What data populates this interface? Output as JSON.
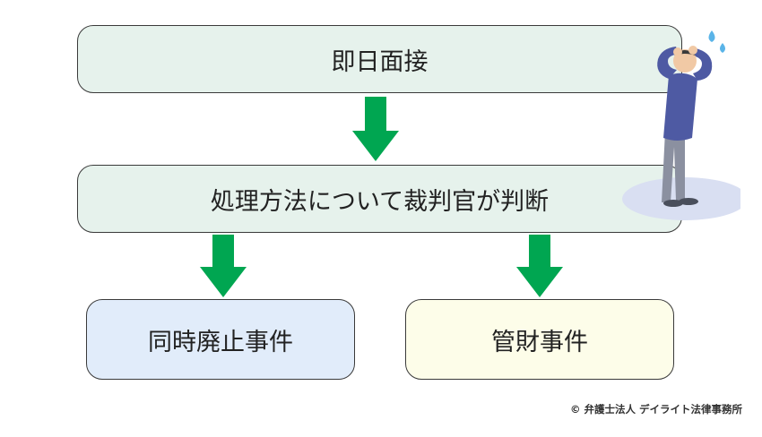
{
  "steps": {
    "top": "即日面接",
    "middle": "処理方法について裁判官が判断",
    "left": "同時廃止事件",
    "right": "管財事件"
  },
  "credit": "© 弁護士法人 デイライト法律事務所",
  "colors": {
    "arrow": "#00a651",
    "top_box": "#e6f2ec",
    "middle_box": "#e6f2ec",
    "left_box": "#e1ecfa",
    "right_box": "#fdfde9"
  }
}
